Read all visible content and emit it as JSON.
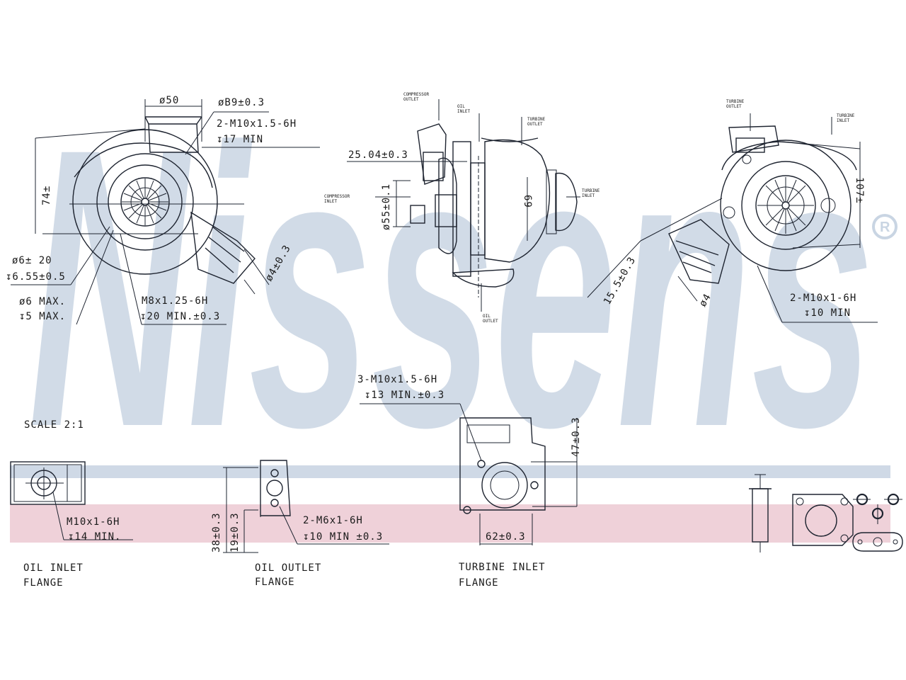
{
  "brand": {
    "watermark": "Nissens",
    "watermark_color": "#c9d5e3",
    "band_blue": "#cfd9e6",
    "band_pink": "#ecc9d2"
  },
  "scale_note": "SCALE 2:1",
  "views": {
    "compressor_side": {
      "labels": {
        "d50": "ø50",
        "d89": "øB9±0.3",
        "thread_top_1": "2-M10x1.5-6H",
        "thread_top_2": "↧17 MIN",
        "dim_vertical": "74±",
        "hole_1": "ø6± 20",
        "hole_2": "↧6.55±0.5",
        "max_1": "ø6 MAX.",
        "max_2": "↧5 MAX.",
        "m8_1": "M8x1.25-6H",
        "m8_2": "↧20 MIN.±0.3",
        "d4": "ø4±0.3"
      }
    },
    "side": {
      "labels": {
        "dim_2504": "25.04±0.3",
        "dim_55": "ø55±0.1",
        "dim_69": "69",
        "tiny_compressor_outlet": "COMPRESSOR\nOUTLET",
        "tiny_oil_inlet": "OIL\nINLET",
        "tiny_turbine_outlet": "TURBINE\nOUTLET",
        "tiny_compressor_inlet": "COMPRESSOR\nINLET",
        "tiny_turbine_inlet": "TURBINE\nINLET",
        "tiny_oil_outlet": "OIL\nOUTLET"
      }
    },
    "turbine_side": {
      "labels": {
        "dim_107": "107±",
        "dim_155": "15.5±0.3",
        "dim_6": "ø4",
        "thread_1": "2-M10x1-6H",
        "thread_2": "↧10 MIN",
        "tiny_turbine_outlet": "TURBINE\nOUTLET",
        "tiny_turbine_inlet": "TURBINE\nINLET"
      }
    }
  },
  "flanges": {
    "oil_inlet": {
      "thread_1": "M10x1-6H",
      "thread_2": "↧14 MIN.",
      "title_1": "OIL INLET",
      "title_2": "FLANGE"
    },
    "oil_outlet": {
      "dim_38": "38±0.3",
      "dim_19": "19±0.3",
      "thread_1": "2-M6x1-6H",
      "thread_2": "↧10 MIN ±0.3",
      "title_1": "OIL OUTLET",
      "title_2": "FLANGE"
    },
    "turbine_inlet": {
      "thread_1": "3-M10x1.5-6H",
      "thread_2": "↧13 MIN.±0.3",
      "dim_47": "47±0.3",
      "dim_62": "62±0.3",
      "title_1": "TURBINE INLET",
      "title_2": "FLANGE"
    }
  }
}
